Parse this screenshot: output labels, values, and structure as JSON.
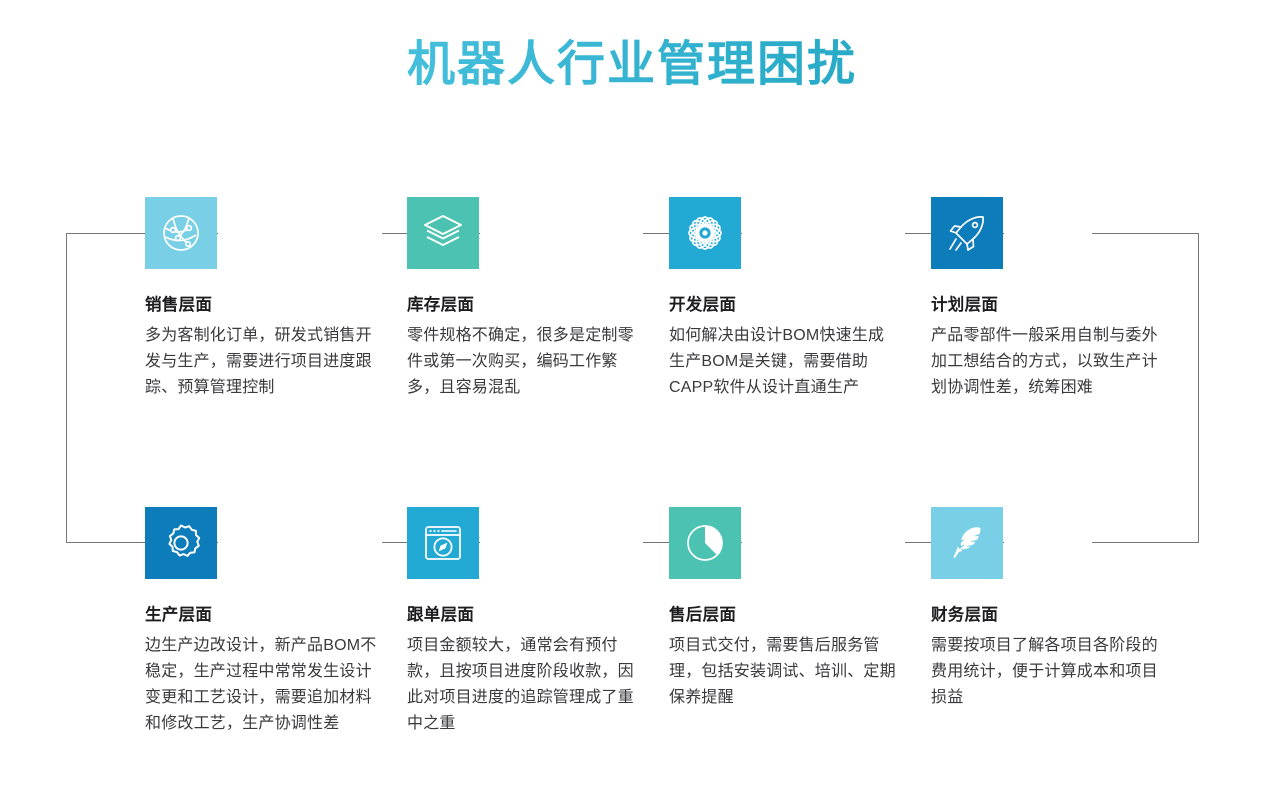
{
  "page": {
    "title": "机器人行业管理困扰",
    "background": "#ffffff",
    "title_gradient": [
      "#62cbe6",
      "#1b9ab6"
    ],
    "connector_color": "#77777a"
  },
  "cards": [
    {
      "id": "sales",
      "icon": "globe-network-icon",
      "color": "#79cfe6",
      "title": "销售层面",
      "desc": "多为客制化订单，研发式销售开发与生产，需要进行项目进度跟踪、预算管理控制"
    },
    {
      "id": "inventory",
      "icon": "layers-icon",
      "color": "#4cc3b2",
      "title": "库存层面",
      "desc": "零件规格不确定，很多是定制零件或第一次购买，编码工作繁多，且容易混乱"
    },
    {
      "id": "development",
      "icon": "atom-icon",
      "color": "#22aad4",
      "title": "开发层面",
      "desc": "如何解决由设计BOM快速生成生产BOM是关键，需要借助CAPP软件从设计直通生产"
    },
    {
      "id": "planning",
      "icon": "rocket-icon",
      "color": "#0d7cba",
      "title": "计划层面",
      "desc": "产品零部件一般采用自制与委外加工想结合的方式，以致生产计划协调性差，统筹困难"
    },
    {
      "id": "production",
      "icon": "gear-icon",
      "color": "#0d7cba",
      "title": "生产层面",
      "desc": "边生产边改设计，新产品BOM不稳定，生产过程中常常发生设计变更和工艺设计，需要追加材料和修改工艺，生产协调性差"
    },
    {
      "id": "order-tracking",
      "icon": "browser-compass-icon",
      "color": "#22aad4",
      "title": "跟单层面",
      "desc": "项目金额较大，通常会有预付款，且按项目进度阶段收款，因此对项目进度的追踪管理成了重中之重"
    },
    {
      "id": "after-sales",
      "icon": "pie-chart-icon",
      "color": "#4cc3b2",
      "title": "售后层面",
      "desc": "项目式交付，需要售后服务管理，包括安装调试、培训、定期保养提醒"
    },
    {
      "id": "finance",
      "icon": "feather-icon",
      "color": "#79cfe6",
      "title": "财务层面",
      "desc": "需要按项目了解各项目各阶段的费用统计，便于计算成本和项目损益"
    }
  ]
}
